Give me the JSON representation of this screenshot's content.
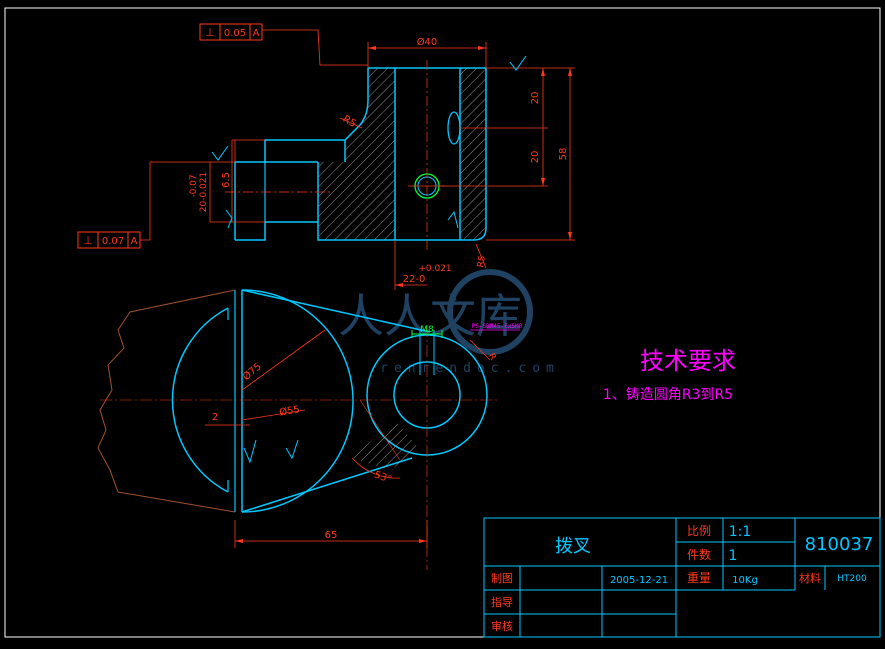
{
  "colors": {
    "background": "#000000",
    "outline": "#00c8ff",
    "dimension": "#ff3a1a",
    "hatch": "#b8b8b8",
    "title_block": "#00c8ff",
    "text_magenta": "#ff00ff",
    "text_white": "#ffffff",
    "green": "#00ff3c",
    "watermark": "#3a78b4"
  },
  "tolerance_frames": {
    "top": {
      "symbol": "⊥",
      "value": "0.05",
      "datum": "A"
    },
    "left": {
      "symbol": "⊥",
      "value": "0.07",
      "datum": "A"
    }
  },
  "dimensions": {
    "top_width": "Ø40",
    "fillet_top": "R5",
    "height_upper": "20",
    "height_lower": "20",
    "total_height": "58",
    "slot_width": "6.5",
    "tol_upper": "-0.07",
    "tol_lower": "20-0.021",
    "bore_tol_plus": "+0.021",
    "bore_dim": "22-0",
    "fillet_bottom": "R5",
    "dia_75": "Ø75",
    "dia_55": "Ø55",
    "offset_2": "2",
    "thread": "M8",
    "thread_note": "PS-SBM45-Ex5M0",
    "chamfer": "R",
    "angle": "53°",
    "length_65": "65"
  },
  "technical_requirements": {
    "title": "技术要求",
    "item1": "1、铸造圆角R3到R5"
  },
  "title_block": {
    "part_name": "拨叉",
    "scale_label": "比例",
    "scale_value": "1:1",
    "qty_label": "件数",
    "qty_value": "1",
    "drawing_no": "810037",
    "drawn_label": "制图",
    "date": "2005-12-21",
    "weight_label": "重量",
    "weight_value": "10Kg",
    "material_label": "材料",
    "material_value": "HT200",
    "guide_label": "指导",
    "review_label": "审核"
  },
  "watermark": {
    "text": "人人文库",
    "url": "renrendoc.com"
  }
}
